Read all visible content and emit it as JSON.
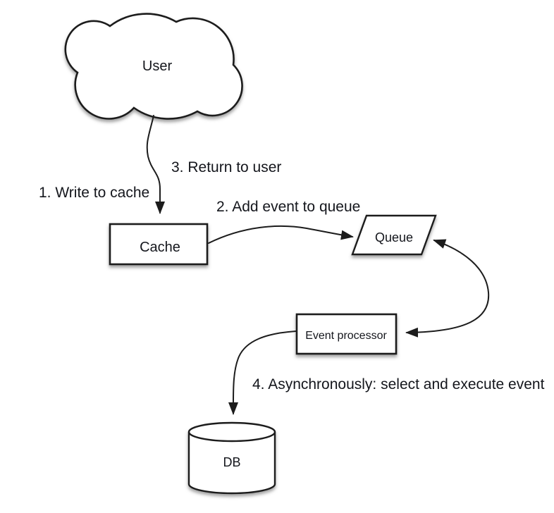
{
  "diagram": {
    "nodes": {
      "user": {
        "label": "User",
        "shape": "cloud"
      },
      "cache": {
        "label": "Cache",
        "shape": "rectangle"
      },
      "queue": {
        "label": "Queue",
        "shape": "parallelogram"
      },
      "event_processor": {
        "label": "Event processor",
        "shape": "rectangle"
      },
      "db": {
        "label": "DB",
        "shape": "cylinder"
      }
    },
    "steps": {
      "step1": "1. Write to cache",
      "step2": "2. Add event to queue",
      "step3": "3. Return to user",
      "step4": "4. Asynchronously: select and execute event"
    },
    "edges": [
      {
        "from": "user",
        "to": "cache",
        "style": "curved",
        "arrow": "end"
      },
      {
        "from": "cache",
        "to": "queue",
        "style": "curved",
        "arrow": "end"
      },
      {
        "from": "queue",
        "to": "event_processor",
        "style": "curved",
        "arrow": "both"
      },
      {
        "from": "event_processor",
        "to": "db",
        "style": "curved",
        "arrow": "end"
      }
    ],
    "colors": {
      "stroke": "#1c1c1c",
      "shape_fill": "#ffffff",
      "text": "#14161c",
      "background": "#ffffff"
    }
  }
}
